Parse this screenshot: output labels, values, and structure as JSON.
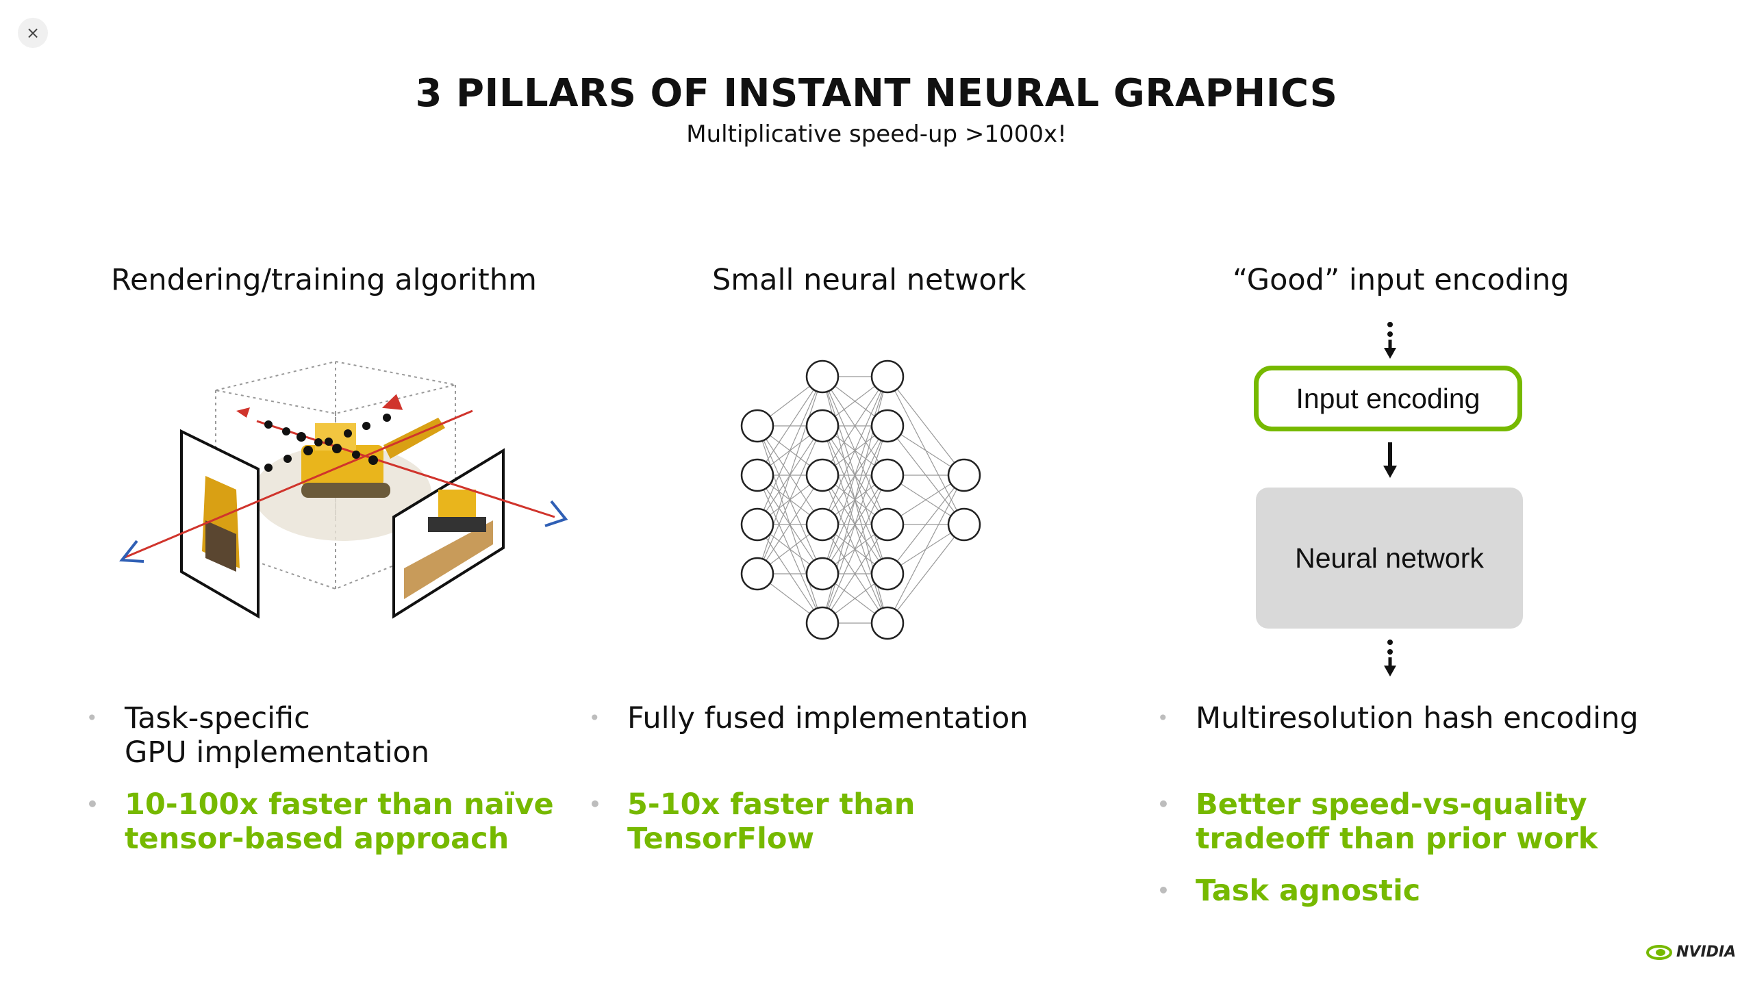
{
  "window": {
    "close_label": "×"
  },
  "slide": {
    "title": "3 PILLARS OF INSTANT NEURAL GRAPHICS",
    "subtitle": "Multiplicative speed-up >1000x!"
  },
  "columns": [
    {
      "heading": "Rendering/training algorithm",
      "bullets": [
        {
          "text": "Task-specific\nGPU implementation",
          "highlight": false
        },
        {
          "text": "10-100x faster than naïve\ntensor-based approach",
          "highlight": true
        }
      ]
    },
    {
      "heading": "Small neural network",
      "bullets": [
        {
          "text": "Fully fused implementation",
          "highlight": false
        },
        {
          "text": "5-10x faster than TensorFlow",
          "highlight": true
        }
      ]
    },
    {
      "heading": "“Good” input encoding",
      "bullets": [
        {
          "text": "Multiresolution hash encoding",
          "highlight": false
        },
        {
          "text": "Better speed-vs-quality\ntradeoff than prior work",
          "highlight": true
        },
        {
          "text": "Task agnostic",
          "highlight": true
        }
      ]
    }
  ],
  "encoding_diagram": {
    "input_box_label": "Input encoding",
    "network_box_label": "Neural network"
  },
  "neural_net": {
    "layers": [
      4,
      6,
      6,
      2
    ]
  },
  "colors": {
    "accent_green": "#76b900",
    "nn_box_gray": "#d9d9d9",
    "ray_red": "#d0342c",
    "ray_blue": "#2f5fb5"
  },
  "branding": {
    "logo_text": "NVIDIA"
  }
}
